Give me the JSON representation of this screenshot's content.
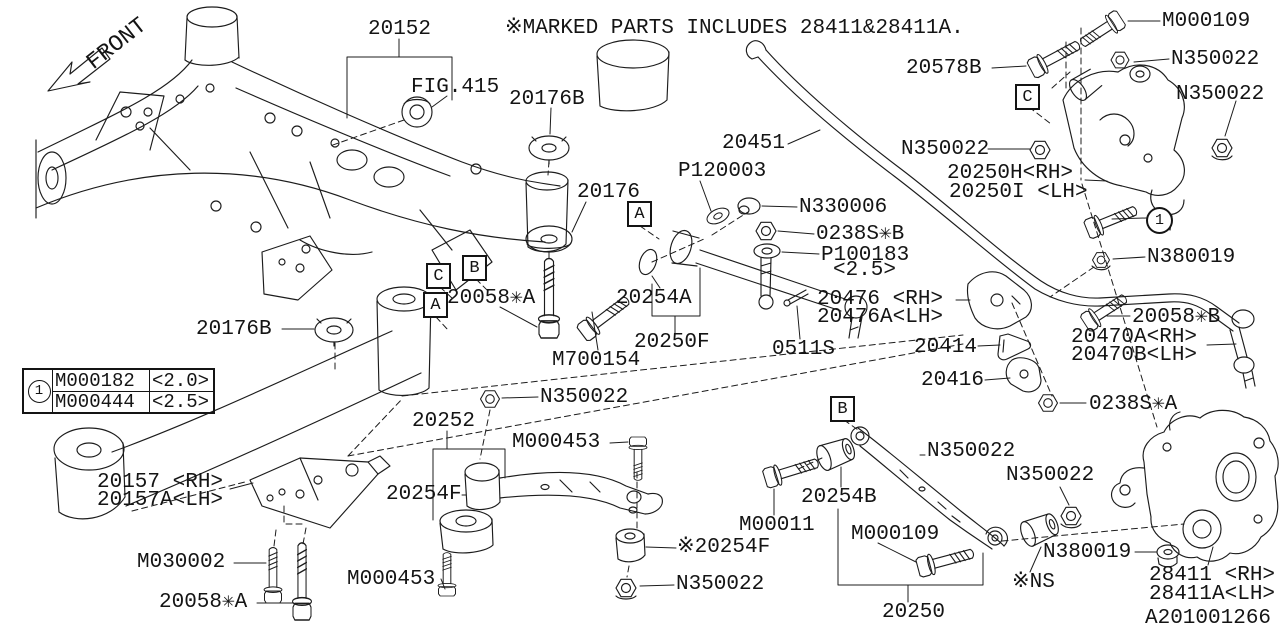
{
  "note": "※MARKED PARTS INCLUDES 28411&28411A.",
  "diagram_id": "A201001266",
  "labels": {
    "front": "FRONT",
    "p20152": "20152",
    "fig415": "FIG.415",
    "p20176b_top": "20176B",
    "p20578b": "20578B",
    "m000109_top": "M000109",
    "n350022_tr1": "N350022",
    "n350022_tr2": "N350022",
    "p20451": "20451",
    "n350022_arm": "N350022",
    "p20250h": "20250H<RH>",
    "p20250i": "20250I <LH>",
    "p120003": "P120003",
    "p20176": "20176",
    "n330006": "N330006",
    "s0238b": "0238S✳B",
    "p100183": "P100183",
    "spec25": "<2.5>",
    "n380019_top": "N380019",
    "p20058a_mid": "20058✳A",
    "p20476": "20476 <RH>",
    "p20476a": "20476A<LH>",
    "p20254a": "20254A",
    "p20250f": "20250F",
    "m700154": "M700154",
    "p0511s": "0511S",
    "p20058b": "20058✳B",
    "p20470a": "20470A<RH>",
    "p20470b": "20470B<LH>",
    "p20414": "20414",
    "p20416": "20416",
    "s0238a": "0238S✳A",
    "p20176b_left": "20176B",
    "n350022_c1": "N350022",
    "p20252": "20252",
    "m000453_top": "M000453",
    "n350022_b1": "N350022",
    "n350022_b2": "N350022",
    "p20157": "20157 <RH>",
    "p20157a": "20157A<LH>",
    "p20254f": "20254F",
    "m00011": "M00011",
    "p20254b": "20254B",
    "m000109_low": "M000109",
    "m030002": "M030002",
    "ns20254f": "※20254F",
    "m000453_bot": "M000453",
    "n350022_c2": "N350022",
    "p20058a_bot": "20058✳A",
    "n380019_bot": "N380019",
    "ns_mark": "※NS",
    "p20250": "20250",
    "p28411": "28411 <RH>",
    "p28411a": "28411A<LH>"
  },
  "callouts": {
    "a": "A",
    "b": "B",
    "c": "C",
    "one": "1"
  },
  "legend": {
    "index": "1",
    "rows": [
      [
        "M000182",
        "<2.0>"
      ],
      [
        "M000444",
        "<2.5>"
      ]
    ]
  }
}
